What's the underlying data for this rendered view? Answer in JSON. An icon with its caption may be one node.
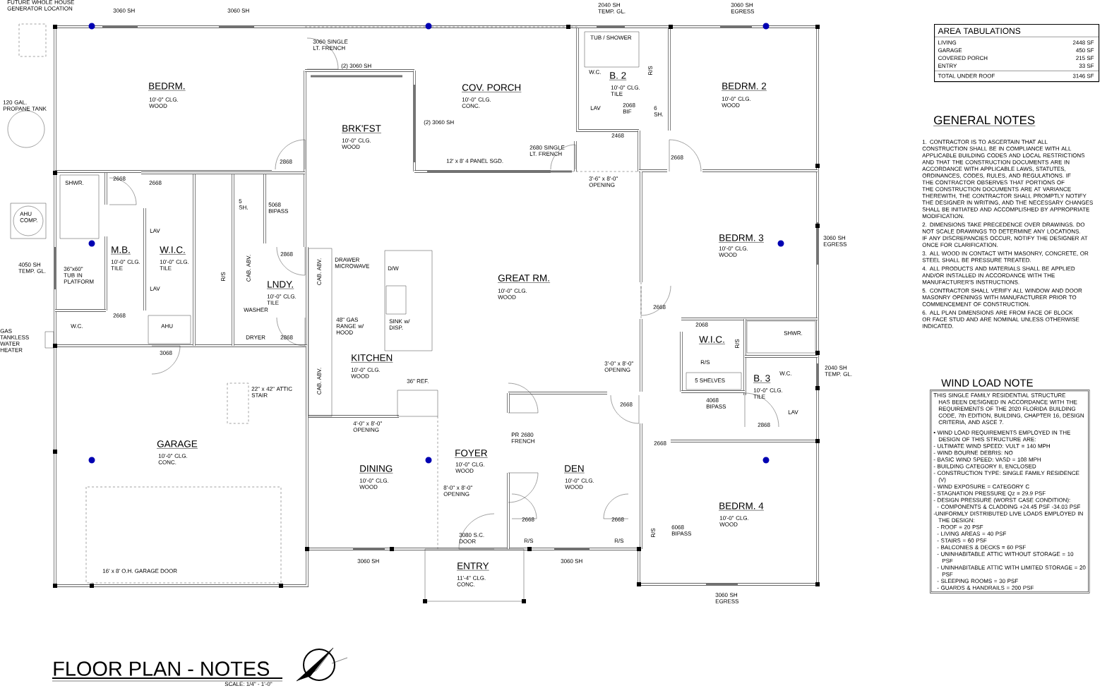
{
  "diagram": {
    "title": "FLOOR PLAN - NOTES",
    "nodes": [
      {
        "text": [
          "AREA TABULATIONS",
          "LIVING",
          "2448 SF",
          "GARAGE",
          "450 SF",
          "COVERED PORCH",
          "215 SF",
          "ENTRY",
          "33 SF",
          "TOTAL UNDER ROOF",
          "3146 SF"
        ]
      },
      {
        "text": [
          "WIND LOAD NOTE",
          "THIS SINGLE FAMILY RESIDENTIAL STRUCTURE HAS BEEN DESIGNED IN ACCORDANCE WITH THE REQUIREMENTS OF THE 2020 FLORIDA BUILDING CODE, 7th EDITION, BUILDING, CHAPTER 16, DESIGN CRITERIA, AND ASCE 7.",
          "• WIND LOAD REQUIREMENTS EMPLOYED IN THE DESIGN OF THIS STRUCTURE ARE:",
          "- ULTIMATE WIND SPEED: VULT = 140 MPH",
          "- WIND BOURNE DEBRIS: NO",
          "- BASIC WIND SPEED: VASD = 108 MPH",
          "- BUILDING CATEGORY II, ENCLOSED",
          "- CONSTRUCTION TYPE: SINGLE FAMILY RESIDENCE (V)",
          "- WIND EXPOSURE = CATEGORY C",
          "- STAGNATION PRESSURE Qz = 29.9 PSF",
          "- DESIGN PRESSURE (WORST CASE CONDITION):",
          "- COMPONENTS & CLADDING +24.45 PSF -34.03 PSF",
          "-UNIFORMLY DISTRIBUTED LIVE LOADS EMPLOYED IN THE DESIGN:",
          "- ROOF = 20 PSF",
          "- LIVING AREAS = 40 PSF",
          "- STAIRS = 60 PSF",
          "- BALCONIES & DECKS = 60 PSF",
          "- UNINHABITABLE ATTIC WITHOUT STORAGE = 10 PSF",
          "- UNINHABITABLE ATTIC WITH LIMITED STORAGE = 20 PSF",
          "- SLEEPING ROOMS = 30 PSF",
          "- GUARDS & HANDRAILS = 200 PSF"
        ]
      }
    ],
    "labels": [
      "FUTURE WHOLE HOUSE GENERATOR LOCATION",
      "3060 SH",
      "3060 SH",
      "3060 SINGLE LT. FRENCH",
      "(2) 3060 SH",
      "2040 SH TEMP. GL.",
      "TUB / SHOWER",
      "3060 SH EGRESS",
      "BEDRM.",
      "10'-0\" CLG. WOOD",
      "COV. PORCH",
      "10'-0\" CLG. CONC.",
      "W.C.",
      "B. 2",
      "10'-0\" CLG. TILE",
      "LAV",
      "BEDRM. 2",
      "10'-0\" CLG. WOOD",
      "R/S",
      "2068 BIF",
      "6 SH.",
      "2468",
      "120 GAL. PROPANE TANK",
      "BRK'FST",
      "10'-0\" CLG. WOOD",
      "(2) 3060 SH",
      "2868",
      "2680 SINGLE LT. FRENCH",
      "12' x 8' 4 PANEL SGD.",
      "2668",
      "3'-6\" x 8'-0\" OPENING",
      "2668",
      "2668",
      "SHWR.",
      "5 SH.",
      "5068 BIPASS",
      "AHU COMP.",
      "BEDRM. 3",
      "10'-0\" CLG. WOOD",
      "3060 SH EGRESS",
      "4050 SH TEMP. GL.",
      "36\"x60\" TUB IN PLATFORM",
      "M.B.",
      "10'-0\" CLG. TILE",
      "LAV",
      "LAV",
      "W.I.C.",
      "10'-0\" CLG. TILE",
      "R/S",
      "CAB. ABV.",
      "2868",
      "CAB. ABV.",
      "DRAWER MICROWAVE",
      "D/W",
      "LNDY.",
      "10'-0\" CLG. TILE",
      "WASHER",
      "DRYER",
      "2868",
      "48\" GAS RANGE w/ HOOD",
      "SINK w/ DISP.",
      "GREAT RM.",
      "10'-0\" CLG. WOOD",
      "2668",
      "2068",
      "W.I.C.",
      "R/S",
      "SHWR.",
      "R/S",
      "2668",
      "AHU",
      "W.C.",
      "GAS TANKLESS WATER HEATER",
      "3068",
      "KITCHEN",
      "10'-0\" CLG. WOOD",
      "CAB. ABV.",
      "3'-0\" x 8'-0\" OPENING",
      "W.C.",
      "2040 SH TEMP. GL.",
      "5 SHELVES",
      "B. 3",
      "10'-0\" CLG. TILE",
      "22\" x 42\" ATTIC STAIR",
      "36\" REF.",
      "4068 BIPASS",
      "LAV",
      "2668",
      "2868",
      "4'-0\" x 8'-0\" OPENING",
      "2668",
      "GARAGE",
      "10'-0\" CLG. CONC.",
      "PR 2680 FRENCH",
      "FOYER",
      "10'-0\" CLG. WOOD",
      "DINING",
      "10'-0\" CLG. WOOD",
      "DEN",
      "10'-0\" CLG. WOOD",
      "8'-0\" x 8'-0\" OPENING",
      "BEDRM. 4",
      "2668",
      "2668",
      "10'-0\" CLG. WOOD",
      "6068 BIPASS",
      "3080 S.C. DOOR",
      "R/S",
      "R/S",
      "R/S",
      "3060 SH",
      "ENTRY",
      "11'-4\" CLG. CONC.",
      "3060 SH",
      "16' x 8' O.H. GARAGE DOOR",
      "3060 SH EGRESS",
      "SCALE: 1/4\" - 1'-0\"",
      "GENERAL NOTES",
      "1. CONTRACTOR IS TO ASCERTAIN THAT ALL CONSTRUCTION SHALL BE IN COMPLIANCE WITH ALL APPLICABLE BUILDING CODES AND LOCAL RESTRICTIONS AND THAT THE CONSTRUCTION DOCUMENTS ARE IN ACCORDANCE WITH APPLICABLE LAWS, STATUTES, ORDINANCES, CODES, RULES, AND REGULATIONS. IF THE CONTRACTOR OBSERVES THAT PORTIONS OF THE CONSTRUCTION DOCUMENTS ARE AT VARIANCE THEREWITH, THE CONTRACTOR SHALL PROMPTLY NOTIFY THE DESIGNER IN WRITING, AND THE NECESSARY CHANGES SHALL BE INITIATED AND ACCOMPLISHED BY APPROPRIATE MODIFICATION.",
      "2. DIMENSIONS TAKE PRECEDENCE OVER DRAWINGS. DO NOT SCALE DRAWINGS TO DETERMINE ANY LOCATIONS. IF ANY DISCREPANCIES OCCUR, NOTIFY THE DESIGNER AT ONCE FOR CLARIFICATION.",
      "3. ALL WOOD IN CONTACT WITH MASONRY, CONCRETE, OR STEEL SHALL BE PRESSURE TREATED.",
      "4. ALL PRODUCTS AND MATERIALS SHALL BE APPLIED AND/OR INSTALLED IN ACCORDANCE WITH THE MANUFACTURER'S INSTRUCTIONS.",
      "5. CONTRACTOR SHALL VERIFY ALL WINDOW AND DOOR MASONRY OPENINGS WITH MANUFACTURER PRIOR TO COMMENCEMENT OF CONSTRUCTION.",
      "6. ALL PLAN DIMENSIONS ARE FROM FACE OF BLOCK OR FACE STUD AND ARE NOMINAL UNLESS OTHERWISE INDICATED."
    ]
  }
}
